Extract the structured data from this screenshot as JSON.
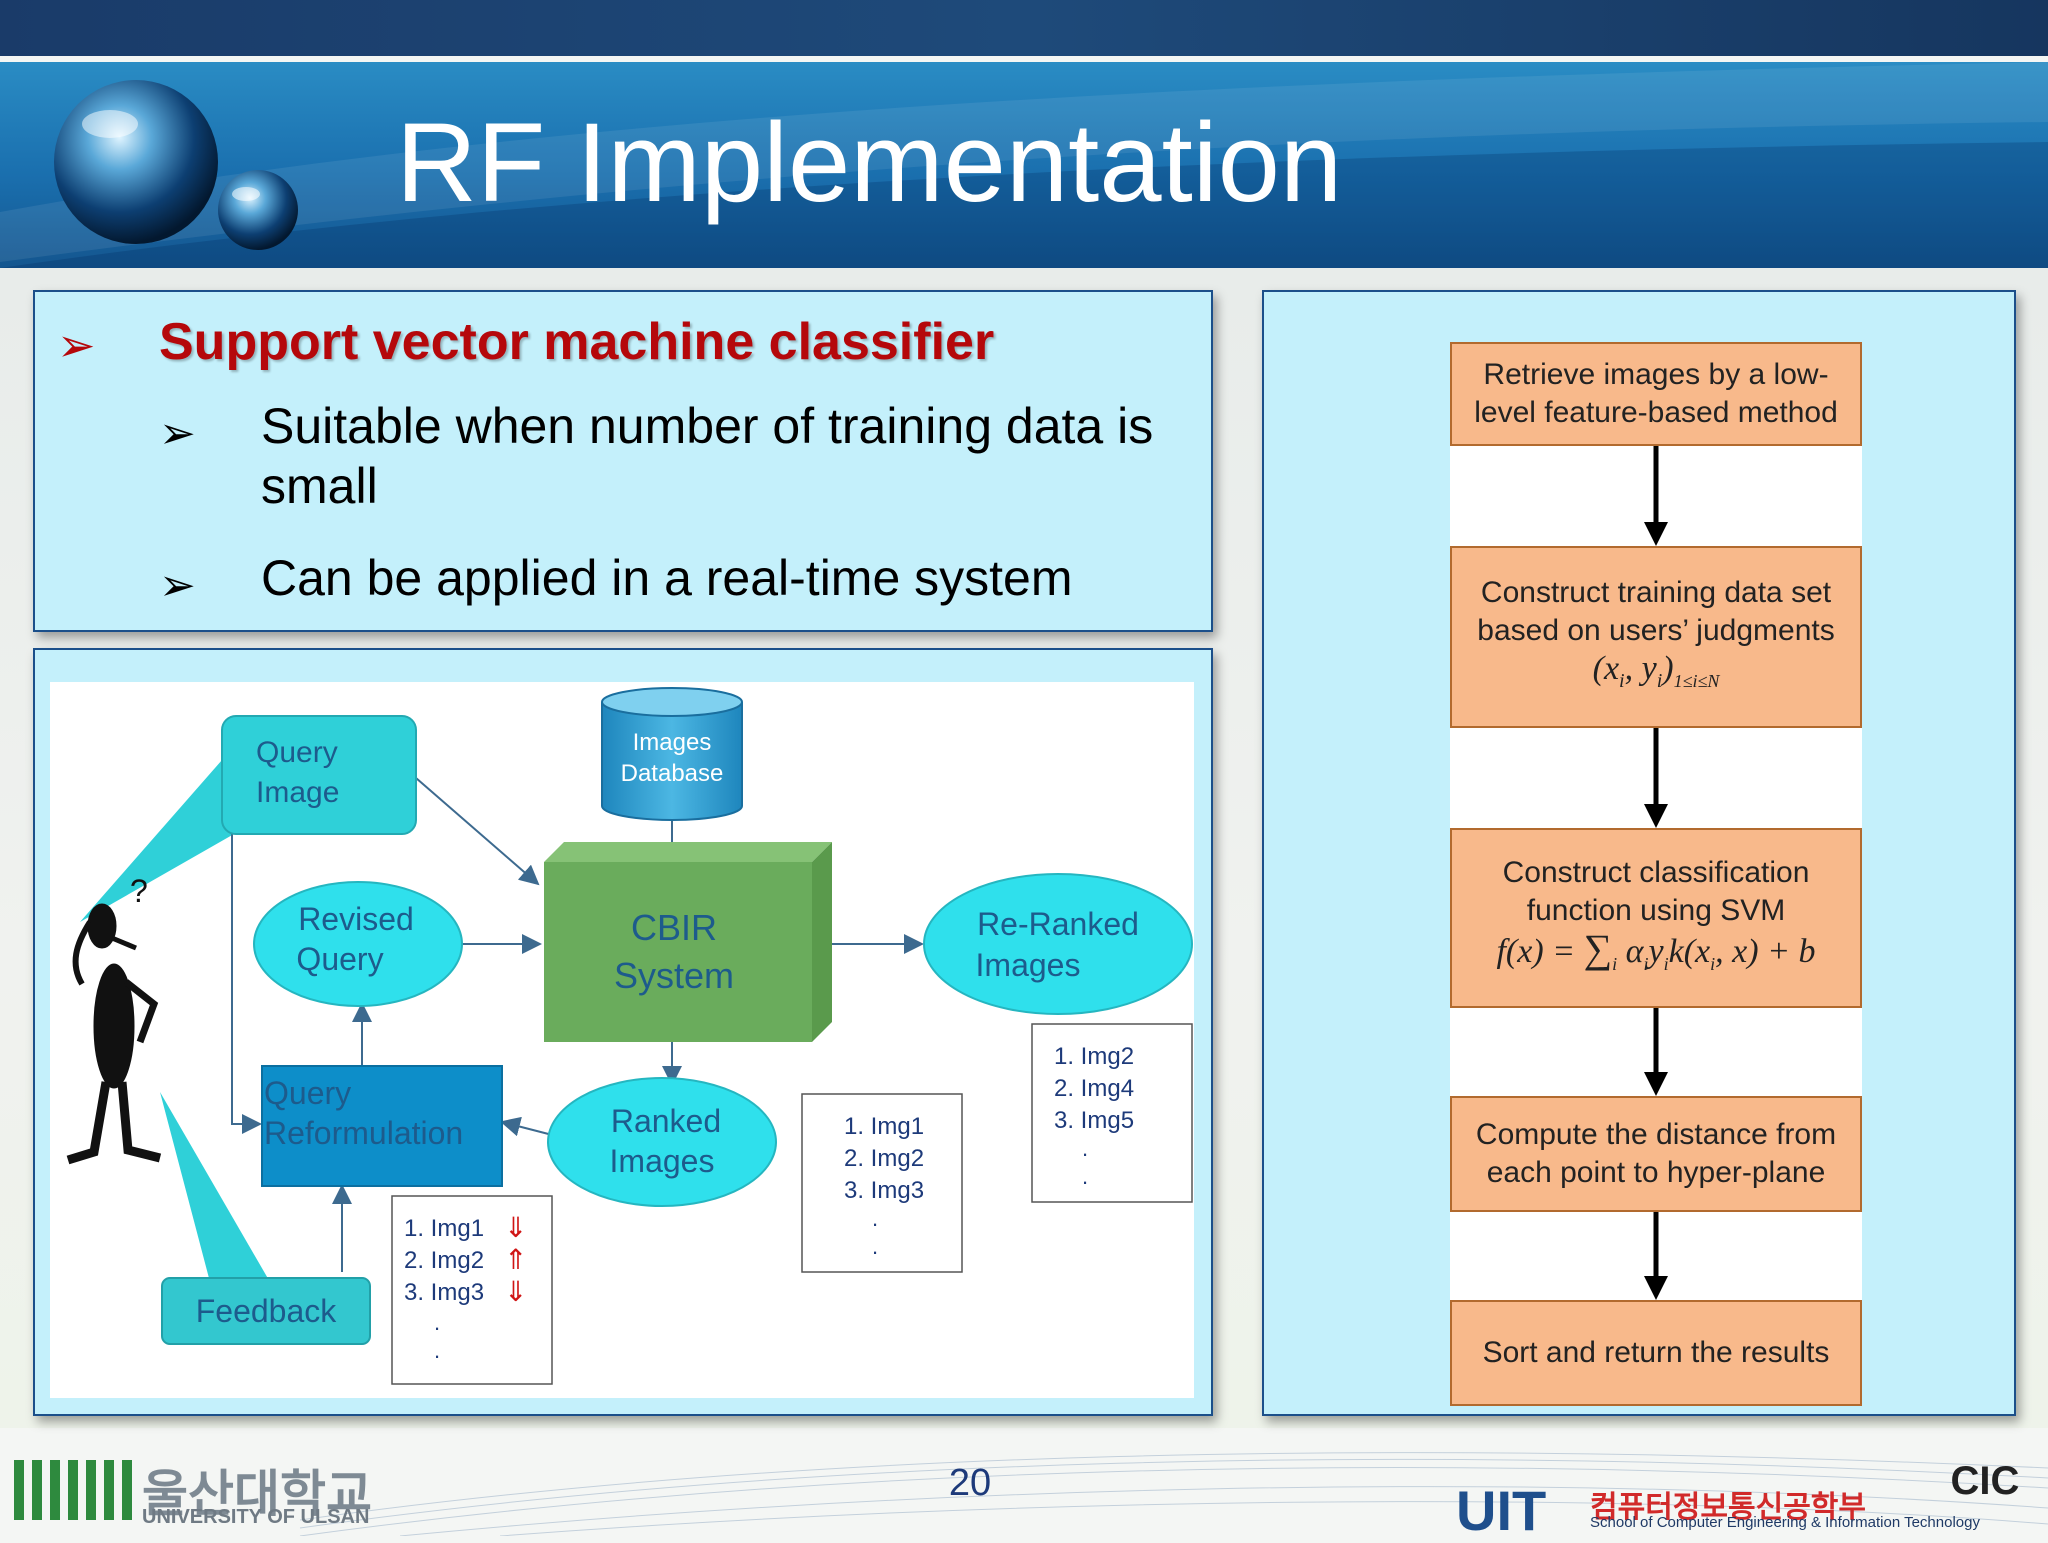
{
  "slide": {
    "title": "RF Implementation",
    "page_number": "20"
  },
  "top_panel": {
    "heading": "Support vector machine classifier",
    "bullets": [
      "Suitable when number of training data is small",
      "Can be applied in a real-time system"
    ],
    "bullet_glyph": "➢"
  },
  "diagram": {
    "query_image": [
      "Query",
      "Image"
    ],
    "images_database": [
      "Images",
      "Database"
    ],
    "cbir_system": [
      "CBIR",
      "System"
    ],
    "revised_query": [
      "Revised",
      "Query"
    ],
    "re_ranked_images": [
      "Re-Ranked",
      "Images"
    ],
    "query_reformulation": [
      "Query",
      "Reformulation"
    ],
    "ranked_images": [
      "Ranked",
      "Images"
    ],
    "feedback": "Feedback",
    "person_question_mark": "?",
    "feedback_list": [
      "1. Img1",
      "2. Img2",
      "3. Img3"
    ],
    "feedback_arrows": [
      "⇓",
      "⇑",
      "⇓"
    ],
    "ranked_list": [
      "1. Img1",
      "2. Img2",
      "3. Img3"
    ],
    "reranked_list": [
      "1. Img2",
      "2. Img4",
      "3. Img5"
    ],
    "ellipsis_dot": "."
  },
  "flowchart": {
    "steps": [
      [
        "Retrieve images by a low-",
        "level feature-based method"
      ],
      [
        "Construct training data set",
        "based on users’ judgments"
      ],
      [
        "Construct classification",
        "function using SVM"
      ],
      [
        "Compute the distance from",
        "each point to hyper-plane"
      ],
      [
        "Sort and return the results"
      ]
    ],
    "formula_training": "(x_i, y_i)_{1≤i≤N}",
    "formula_svm": "f(x) = Σ_i α_i y_i k(x_i, x) + b"
  },
  "footer": {
    "left_logo_korean": "울산대학교",
    "left_logo_english": "UNIVERSITY OF ULSAN",
    "right_logo_uit": "UIT",
    "right_logo_korean": "컴퓨터정보통신공학부",
    "right_logo_english": "School of Computer Engineering & Information Technology",
    "right_emblem": "CIC"
  },
  "colors": {
    "title_band": "#1a6fae",
    "panel_fill": "#c4f0fb",
    "heading_red": "#b5080b",
    "flow_box": "#f8b98b",
    "diagram_cyan": "#2fd0d8",
    "cbir_green": "#6aac5c",
    "reformulation_blue": "#0d8ec9",
    "database_blue": "#2f9fd0"
  }
}
